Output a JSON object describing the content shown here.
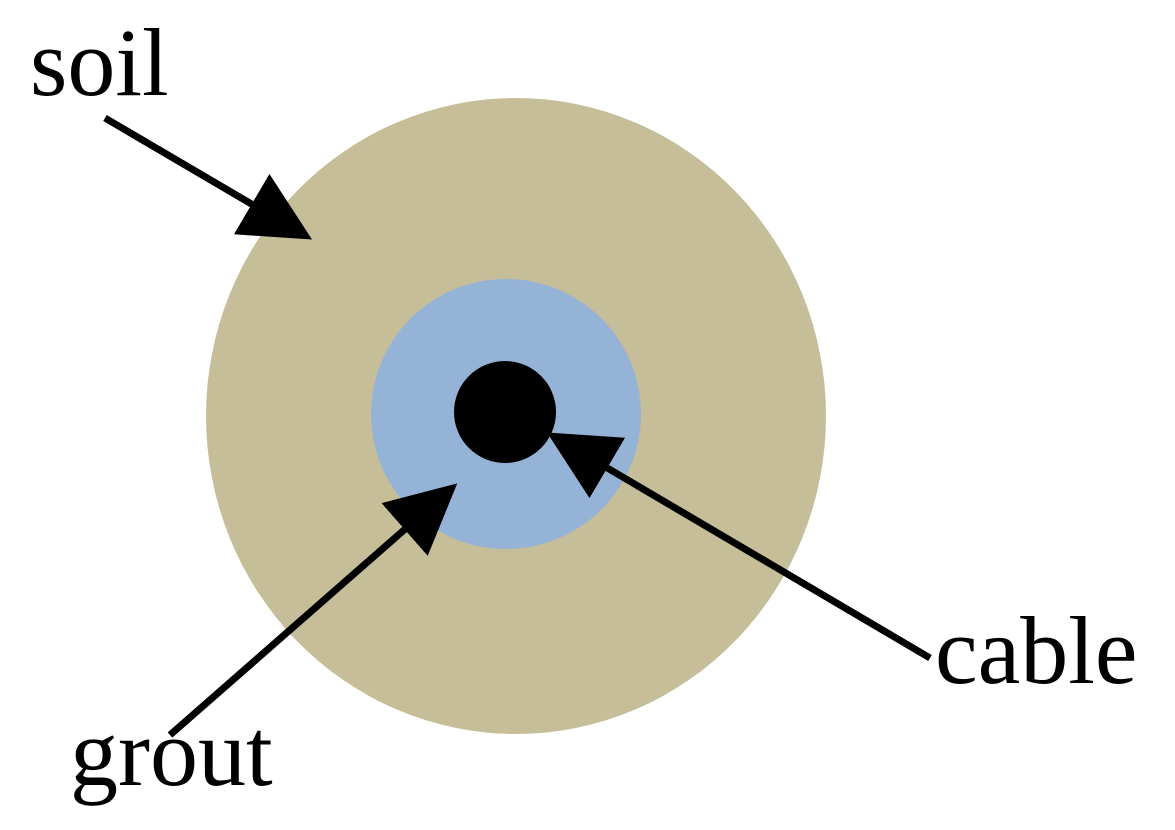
{
  "diagram": {
    "labels": {
      "soil": "soil",
      "grout": "grout",
      "cable": "cable"
    },
    "layers": [
      {
        "name": "soil",
        "color": "#c6be99"
      },
      {
        "name": "grout",
        "color": "#95b3d7"
      },
      {
        "name": "cable",
        "color": "#000000"
      }
    ],
    "arrow_color": "#000000",
    "background": "#ffffff"
  }
}
